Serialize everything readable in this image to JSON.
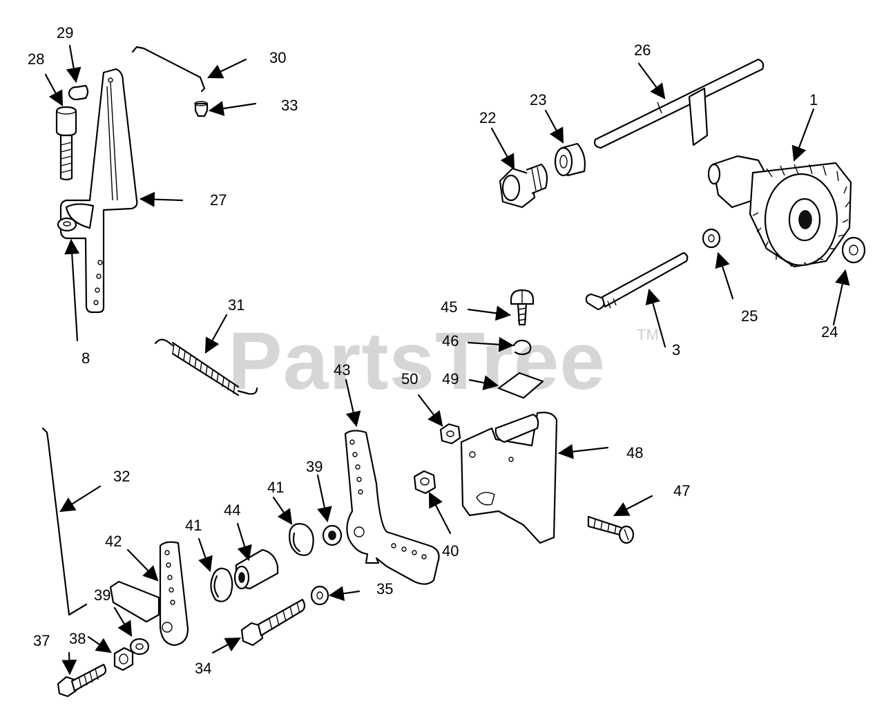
{
  "watermark": {
    "text": "PartsTree",
    "tm": "TM"
  },
  "callouts": {
    "c1": "1",
    "c3": "3",
    "c8": "8",
    "c22": "22",
    "c23": "23",
    "c24": "24",
    "c25": "25",
    "c26": "26",
    "c27": "27",
    "c28": "28",
    "c29": "29",
    "c30": "30",
    "c31": "31",
    "c32": "32",
    "c33": "33",
    "c34": "34",
    "c35": "35",
    "c37": "37",
    "c38": "38",
    "c39a": "39",
    "c39b": "39",
    "c40": "40",
    "c41a": "41",
    "c41b": "41",
    "c42": "42",
    "c43": "43",
    "c44": "44",
    "c45": "45",
    "c46": "46",
    "c47": "47",
    "c48": "48",
    "c49": "49",
    "c50": "50"
  }
}
